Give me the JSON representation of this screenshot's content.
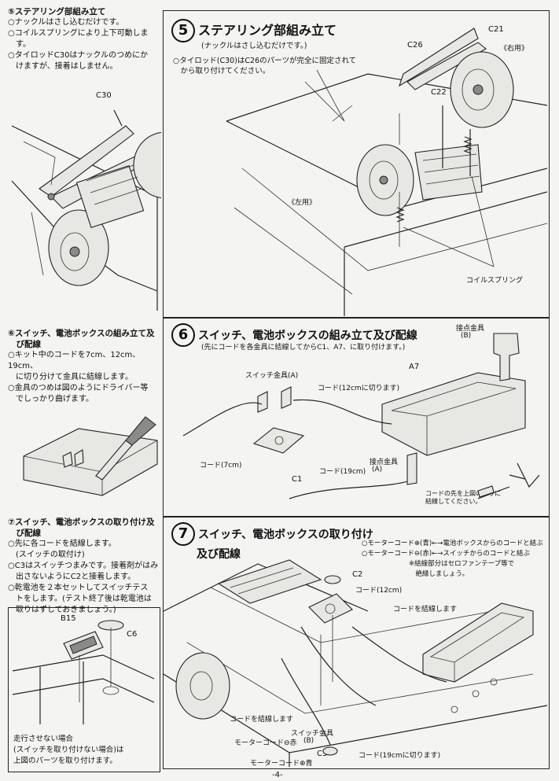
{
  "left": {
    "s5": {
      "heading": "⑤ステアリング部組み立て",
      "items": [
        "○ナックルはさし込むだけです。",
        "○コイルスプリングにより上下可動しま",
        "　す。",
        "○タイロッドC30はナックルのつめにか",
        "　けますが、接着はしません。"
      ],
      "label_c30": "C30"
    },
    "s6": {
      "heading": "⑥スイッチ、電池ボックスの組み立て及",
      "heading2": "　び配線",
      "items": [
        "○キット中のコードを7cm、12cm、19cm、",
        "　に切り分けて金具に結線します。",
        "○金具のつめは図のようにドライバー等",
        "　でしっかり曲げます。"
      ]
    },
    "s7": {
      "heading": "⑦スイッチ、電池ボックスの取り付け及",
      "heading2": "　び配線",
      "items": [
        "○先に各コードを結線します。",
        "　(スイッチの取付け)",
        "○C3はスイッチつまみです。接着剤がはみ",
        "　出さないようにC2と接着します。",
        "○乾電池を２本セットしてスイッチテス",
        "　トをします。(テスト終了後は乾電池は",
        "　取りはずしておきましょう。)"
      ],
      "label_b15": "B15",
      "label_c6": "C6",
      "note": [
        "走行させない場合",
        "(スイッチを取り付けない場合)は",
        "上図のパーツを取り付けます。"
      ]
    }
  },
  "step5": {
    "num": "5",
    "title": "ステアリング部組み立て",
    "sub": "(ナックルはさし込むだけです。)",
    "desc": [
      "○タイロッド(C30)はC26のパーツが完全に固定されて",
      "　から取り付けてください。"
    ],
    "labels": {
      "c21": "C21",
      "right": "《右用》",
      "c26": "C26",
      "c22": "C22",
      "left": "《左用》",
      "spring": "コイルスプリング"
    }
  },
  "step6": {
    "num": "6",
    "title": "スイッチ、電池ボックスの組み立て及び配線",
    "sub": "(先にコードを各金具に結線してからC1、A7、に取り付けます。)",
    "labels": {
      "contact_b": "接点金具",
      "contact_b2": "(B)",
      "a7": "A7",
      "switch": "スイッチ金具(A)",
      "cord12": "コード(12cmに切ります)",
      "cord7": "コード(7cm)",
      "c1": "C1",
      "cord19": "コード(19cm)",
      "contact_a": "接点金具",
      "contact_a2": "(A)",
      "note": [
        "コードの先を上図のように",
        "結線してください。"
      ]
    }
  },
  "step7": {
    "num": "7",
    "title": "スイッチ、電池ボックスの取り付け",
    "title2": "及び配線",
    "notes": [
      "○モーターコード⊕(青)←→電池ボックスからのコードと結ぶ",
      "○モーターコード⊖(赤)←→スイッチからのコードと結ぶ",
      "※結線部分はセロファンテープ等で",
      "　絶縁しましょう。"
    ],
    "labels": {
      "c2": "C2",
      "cord12": "コード(12cm)",
      "tie": "コードを結線します",
      "tie2": "コードを結線します",
      "switch_b": "スイッチ金具",
      "switch_b2": "(B)",
      "motor_minus": "モーターコード⊖赤",
      "motor_plus": "モーターコード⊕青",
      "c3": "C3",
      "cord19": "コード(19cmに切ります)"
    }
  },
  "footer": {
    "page": "-4-"
  }
}
